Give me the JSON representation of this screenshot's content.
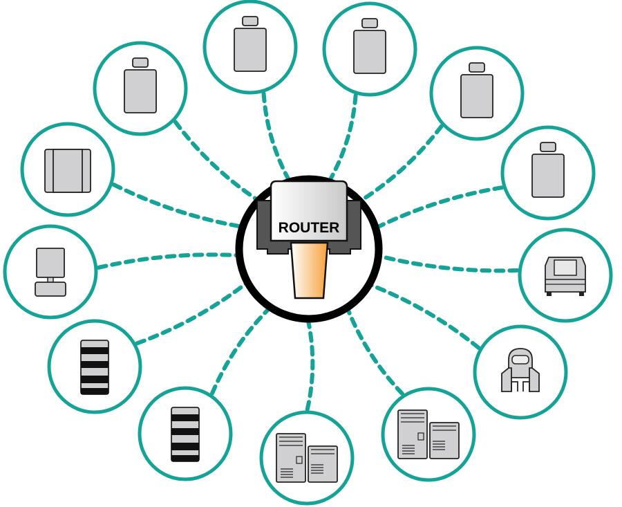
{
  "router": {
    "label": "ROUTER"
  },
  "colors": {
    "teal": "#14a396",
    "device_fill": "#d0d0d2",
    "device_stroke": "#222222",
    "router_gray": "#555555",
    "orange": "#f7a13c"
  },
  "nodes": [
    {
      "name": "bottle-device-1",
      "icon": "bottle-icon"
    },
    {
      "name": "bottle-device-2",
      "icon": "bottle-icon"
    },
    {
      "name": "bottle-device-3",
      "icon": "bottle-icon"
    },
    {
      "name": "bottle-device-4",
      "icon": "bottle-icon"
    },
    {
      "name": "bottle-device-5",
      "icon": "bottle-icon"
    },
    {
      "name": "autosampler-device",
      "icon": "autosampler-icon"
    },
    {
      "name": "dome-device",
      "icon": "dome-icon"
    },
    {
      "name": "stacked-module-device-1",
      "icon": "stacked-module-icon"
    },
    {
      "name": "stacked-module-device-2",
      "icon": "stacked-module-icon"
    },
    {
      "name": "striped-column-device-1",
      "icon": "striped-column-icon"
    },
    {
      "name": "striped-column-device-2",
      "icon": "striped-column-icon"
    },
    {
      "name": "monitor-device",
      "icon": "monitor-icon"
    },
    {
      "name": "cabinet-device",
      "icon": "cabinet-icon"
    }
  ]
}
